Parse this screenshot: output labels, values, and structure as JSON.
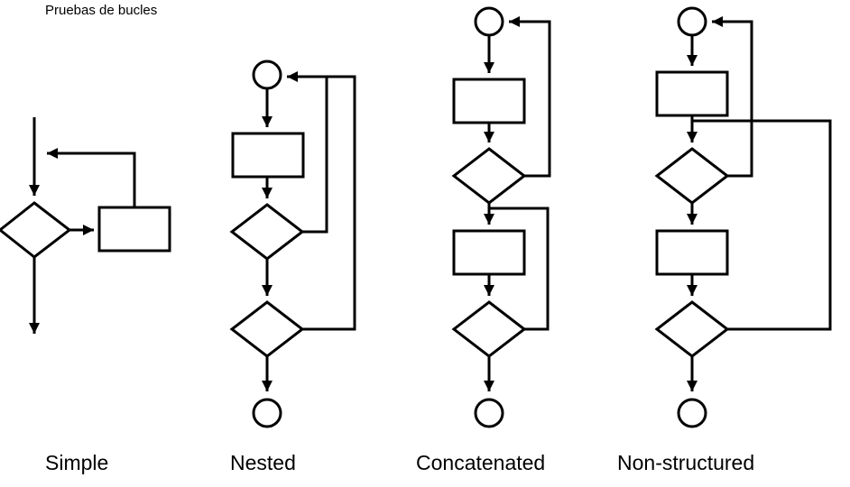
{
  "page": {
    "title": "Pruebas de bucles"
  },
  "diagrams": [
    {
      "id": "simple",
      "caption": "Simple"
    },
    {
      "id": "nested",
      "caption": "Nested"
    },
    {
      "id": "concatenated",
      "caption": "Concatenated"
    },
    {
      "id": "non_structured",
      "caption": "Non-structured"
    }
  ],
  "colors": {
    "stroke": "#000000",
    "background": "#ffffff"
  }
}
